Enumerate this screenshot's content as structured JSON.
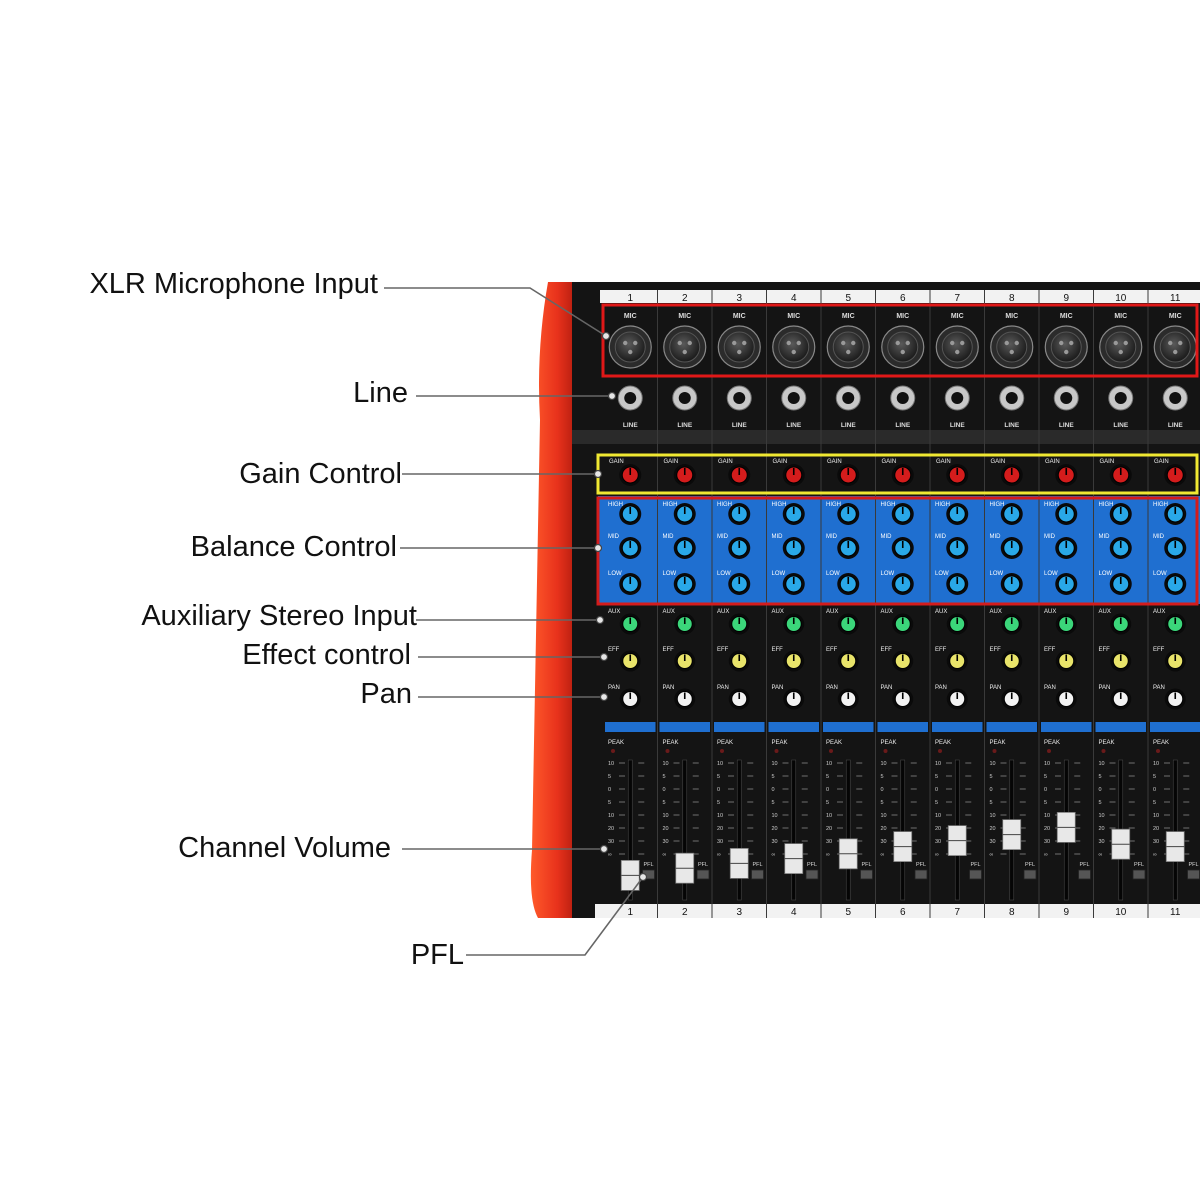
{
  "labels": {
    "xlr": "XLR Microphone Input",
    "line": "Line",
    "gain": "Gain Control",
    "balance": "Balance Control",
    "aux": "Auxiliary Stereo Input",
    "effect": "Effect control",
    "pan": "Pan",
    "volume": "Channel Volume",
    "pfl": "PFL"
  },
  "panel": {
    "channel_numbers": [
      "1",
      "2",
      "3",
      "4",
      "5",
      "6",
      "7",
      "8",
      "9",
      "10",
      "11"
    ],
    "mic_label": "MIC",
    "line_label": "LINE",
    "gain_label": "GAIN",
    "high_label": "HIGH",
    "mid_label": "MID",
    "low_label": "LOW",
    "aux_label": "AUX",
    "eff_label": "EFF",
    "pan_label": "PAN",
    "peak_label": "PEAK",
    "pfl_label": "PFL",
    "fader_scale": [
      "10",
      "5",
      "0",
      "5",
      "10",
      "20",
      "30",
      "∞"
    ]
  },
  "colors": {
    "chassis_red": "#e8321c",
    "panel_black": "#141414",
    "eq_blue": "#1f6fd0",
    "gain_knob": "#d41c1c",
    "aux_knob": "#3bd67a",
    "eff_knob": "#e9e46a",
    "pan_knob": "#f2f2f2",
    "xlr_box": "#e01818",
    "gain_box": "#f0e832",
    "eq_box": "#d41c1c"
  }
}
